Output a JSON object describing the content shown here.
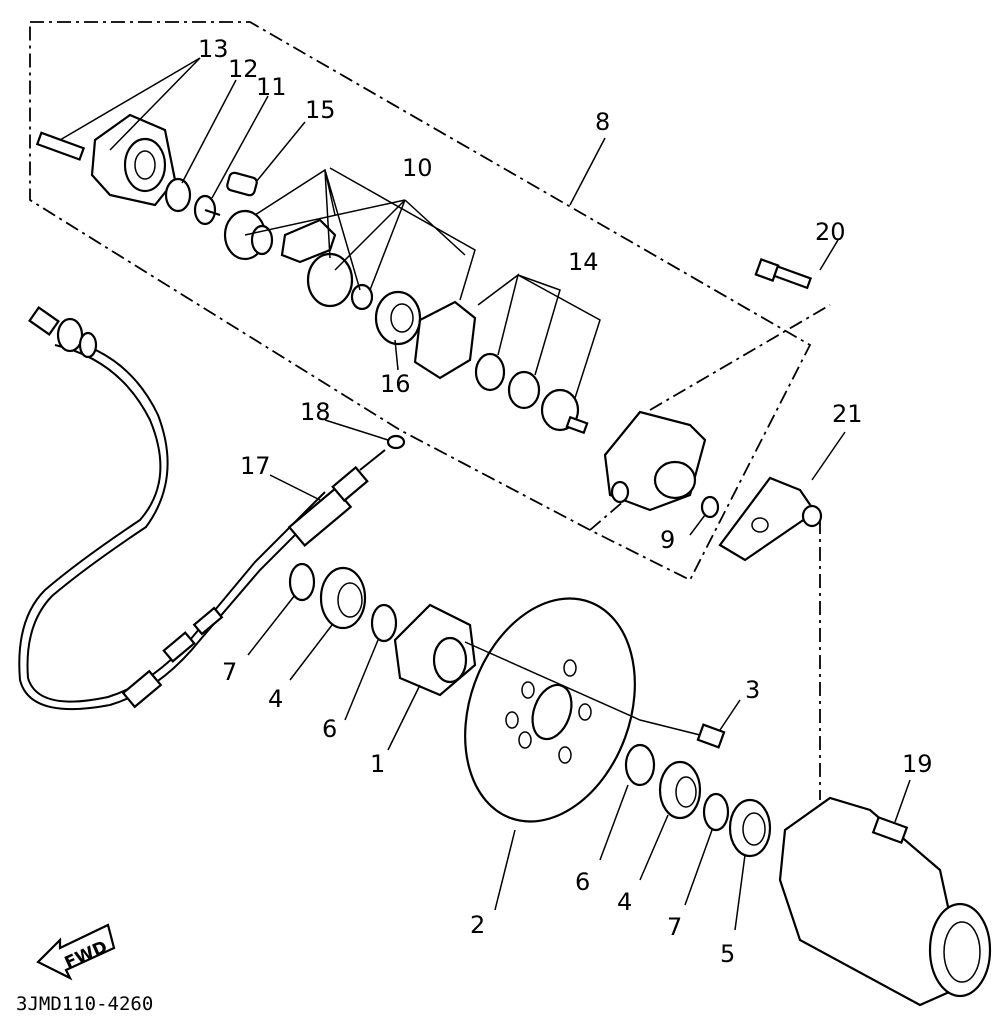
{
  "labels": {
    "p1": "1",
    "p2": "2",
    "p3": "3",
    "p4a": "4",
    "p4b": "4",
    "p5": "5",
    "p6a": "6",
    "p6b": "6",
    "p7a": "7",
    "p7b": "7",
    "p8": "8",
    "p9": "9",
    "p10": "10",
    "p11": "11",
    "p12": "12",
    "p13": "13",
    "p14": "14",
    "p15": "15",
    "p16": "16",
    "p17": "17",
    "p18": "18",
    "p19": "19",
    "p20": "20",
    "p21": "21"
  },
  "fwd": "FWD",
  "code": "3JMD110-4260"
}
